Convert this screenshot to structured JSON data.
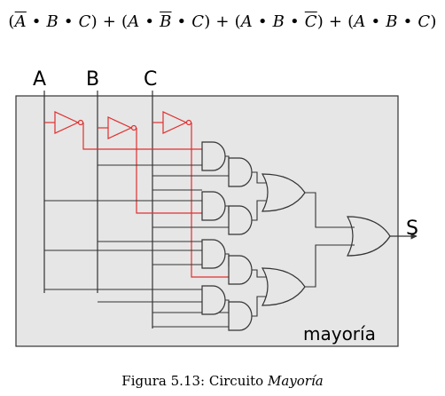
{
  "formula": {
    "terms": [
      {
        "a": "A",
        "b": "B",
        "c": "C",
        "neg": "a"
      },
      {
        "a": "A",
        "b": "B",
        "c": "C",
        "neg": "b"
      },
      {
        "a": "A",
        "b": "B",
        "c": "C",
        "neg": "c"
      },
      {
        "a": "A",
        "b": "B",
        "c": "C",
        "neg": ""
      }
    ],
    "dot": "•",
    "plus": "+"
  },
  "diagram": {
    "inputs": [
      "A",
      "B",
      "C"
    ],
    "output": "S",
    "block_label": "mayoría",
    "colors": {
      "box_fill": "#e6e6e6",
      "wire": "#333333",
      "inverter_wire": "#e03030"
    }
  },
  "caption": {
    "prefix": "Figura 5.13: Circuito",
    "emphasis": "Mayoría"
  }
}
